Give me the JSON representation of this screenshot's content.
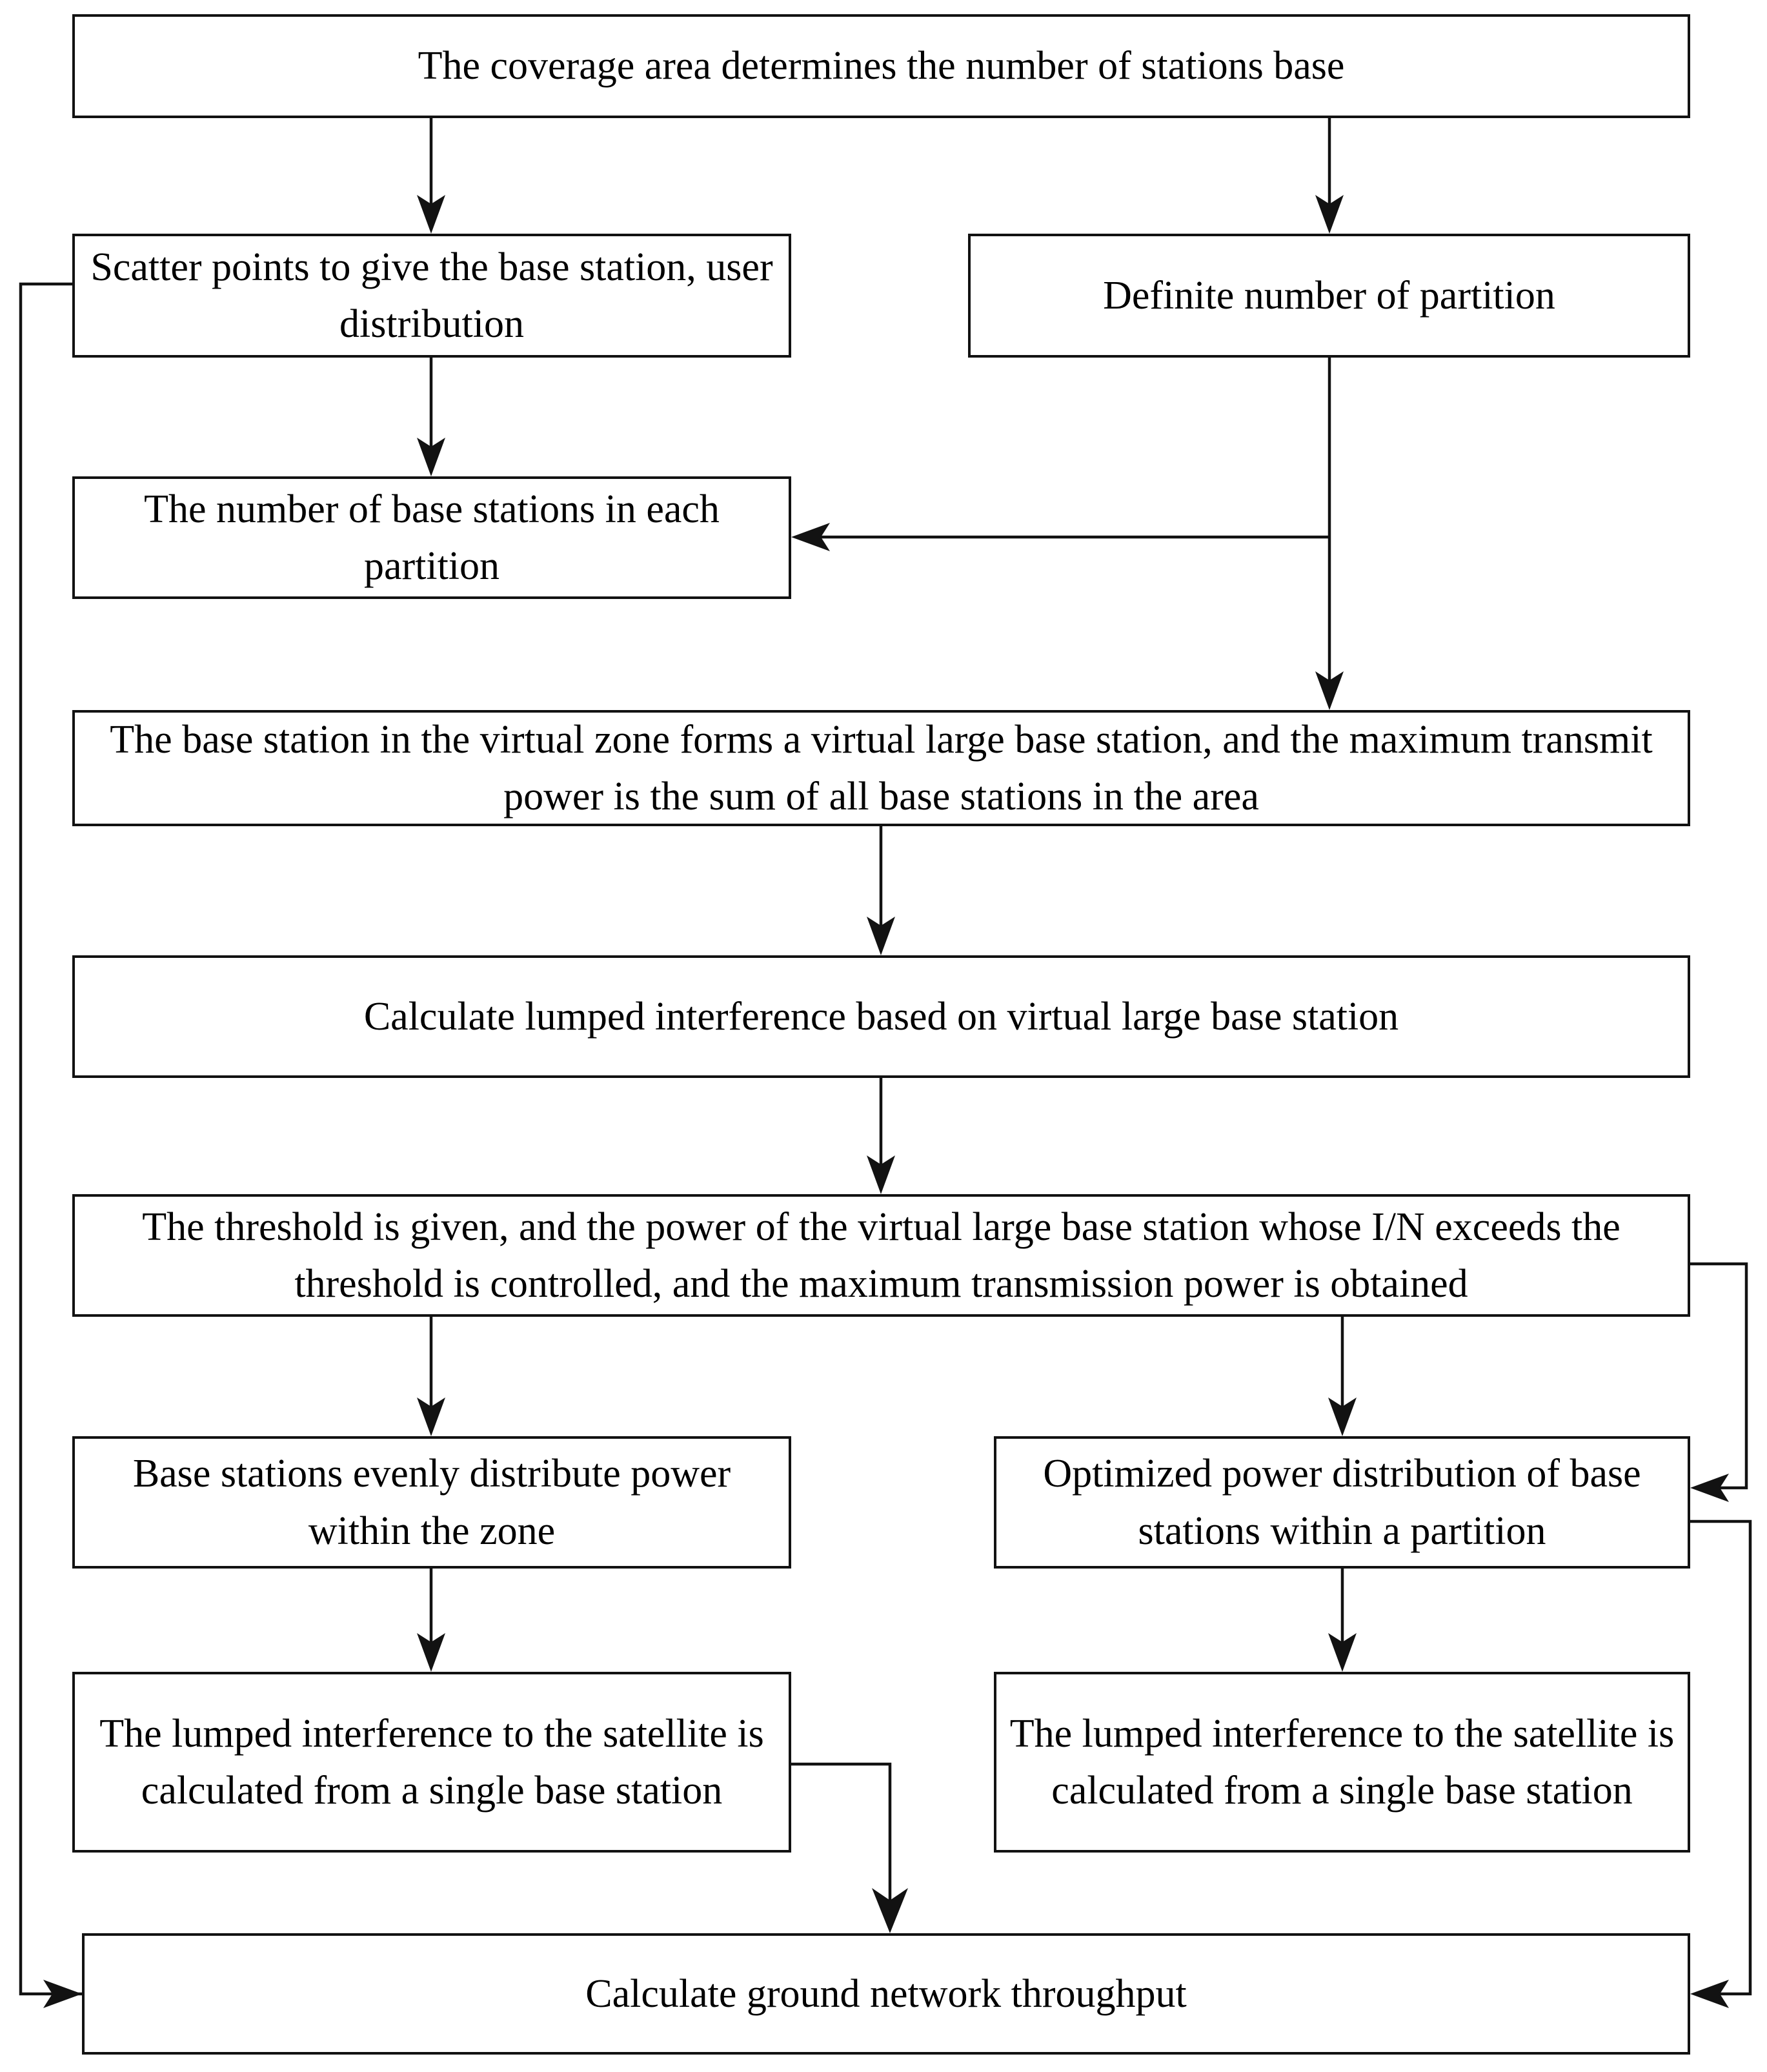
{
  "diagram": {
    "title_present": false,
    "type": "flowchart",
    "nodes": [
      {
        "id": "coverage_area",
        "label": "The coverage area determines the number of stations base"
      },
      {
        "id": "scatter_points",
        "label": "Scatter points to give the base station, user distribution"
      },
      {
        "id": "definite_partition",
        "label": "Definite number of partition"
      },
      {
        "id": "base_stations_each",
        "label": "The number of base stations in each partition"
      },
      {
        "id": "virtual_large_station",
        "label": "The base station in the virtual zone forms a virtual large base station, and the maximum transmit power is the sum of all base stations in the area"
      },
      {
        "id": "lumped_interference",
        "label": "Calculate lumped interference based on virtual large base station"
      },
      {
        "id": "threshold_power",
        "label": "The threshold is given, and the power of the virtual large base station whose I/N exceeds the threshold is controlled, and the maximum transmission power is obtained"
      },
      {
        "id": "even_distribute",
        "label": "Base stations evenly distribute power within the zone"
      },
      {
        "id": "optimized_distribute",
        "label": "Optimized power distribution of base stations within a partition"
      },
      {
        "id": "lumped_single_left",
        "label": "The lumped interference to the satellite is calculated from a single base station"
      },
      {
        "id": "lumped_single_right",
        "label": "The lumped interference to the satellite is calculated from a single base station"
      },
      {
        "id": "ground_throughput",
        "label": "Calculate ground network throughput"
      }
    ],
    "edges": [
      {
        "from": "coverage_area",
        "to": "scatter_points",
        "style": "straight-down-arrow"
      },
      {
        "from": "coverage_area",
        "to": "definite_partition",
        "style": "straight-down-arrow"
      },
      {
        "from": "scatter_points",
        "to": "base_stations_each",
        "style": "straight-down-arrow"
      },
      {
        "from": "definite_partition",
        "to": "base_stations_each",
        "style": "elbow-left-arrow"
      },
      {
        "from": "definite_partition",
        "to": "virtual_large_station",
        "style": "straight-down-arrow"
      },
      {
        "from": "virtual_large_station",
        "to": "lumped_interference",
        "style": "straight-down-arrow"
      },
      {
        "from": "lumped_interference",
        "to": "threshold_power",
        "style": "straight-down-arrow"
      },
      {
        "from": "threshold_power",
        "to": "even_distribute",
        "style": "straight-down-arrow"
      },
      {
        "from": "threshold_power",
        "to": "optimized_distribute",
        "style": "straight-down-arrow"
      },
      {
        "from": "threshold_power",
        "to": "optimized_distribute",
        "style": "right-feedback-arrow"
      },
      {
        "from": "even_distribute",
        "to": "lumped_single_left",
        "style": "straight-down-arrow"
      },
      {
        "from": "optimized_distribute",
        "to": "lumped_single_right",
        "style": "straight-down-arrow"
      },
      {
        "from": "optimized_distribute",
        "to": "ground_throughput",
        "style": "right-elbow-arrow"
      },
      {
        "from": "lumped_single_left",
        "to": "ground_throughput",
        "style": "elbow-down-arrow"
      },
      {
        "from": "scatter_points",
        "to": "ground_throughput",
        "style": "left-elbow-arrow"
      }
    ],
    "colors": {
      "stroke": "#121212",
      "fill": "#ffffff",
      "text": "#000000"
    }
  }
}
